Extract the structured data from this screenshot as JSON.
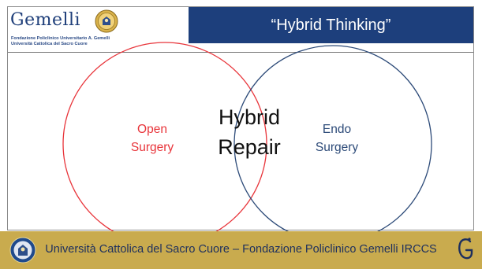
{
  "header": {
    "logo_word": "Gemelli",
    "logo_line1": "Fondazione Policlinico Universitario A. Gemelli",
    "logo_line2": "Università Cattolica del Sacro Cuore",
    "title": "“Hybrid Thinking”"
  },
  "diagram": {
    "left_circle": {
      "line1": "Open",
      "line2": "Surgery",
      "color": "#e8343a"
    },
    "right_circle": {
      "line1": "Endo",
      "line2": "Surgery",
      "color": "#2c4a78"
    },
    "center": {
      "line1": "Hybrid",
      "line2": "Repair",
      "color": "#111111"
    }
  },
  "footer": {
    "text": "Università Cattolica del Sacro Cuore – Fondazione Policlinico Gemelli IRCCS",
    "background": "#c9ab4e",
    "seal_icon": "university-seal-icon",
    "mark_icon": "gemelli-g-logo-icon"
  },
  "colors": {
    "brand_blue": "#1d3f7c"
  }
}
